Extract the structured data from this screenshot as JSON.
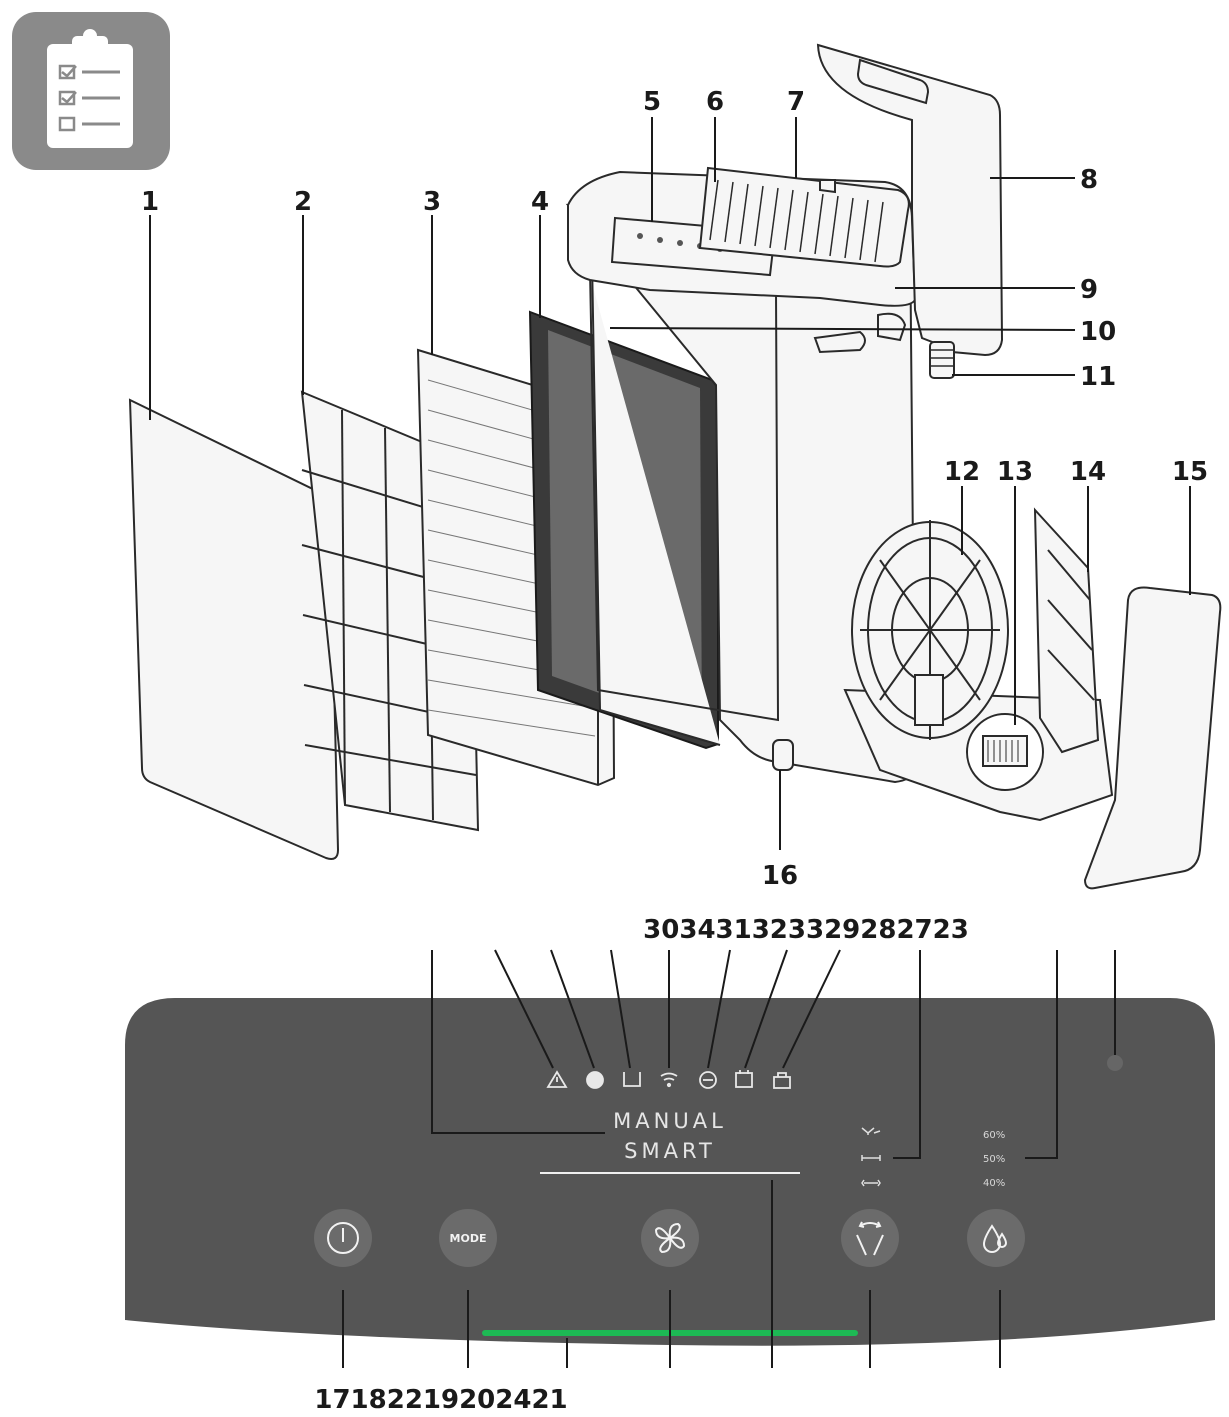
{
  "callouts_top": [
    "1",
    "2",
    "3",
    "4",
    "5",
    "6",
    "7",
    "8",
    "9",
    "10",
    "11",
    "12",
    "13",
    "14",
    "15",
    "16"
  ],
  "callouts_panel_top": "303431323329282723",
  "callouts_panel_bottom": "17182219202421",
  "panel": {
    "mode_line1": "MANUAL",
    "mode_line2": "SMART",
    "humidity_levels": [
      "60%",
      "50%",
      "40%"
    ],
    "mode_button_label": "MODE"
  },
  "colors": {
    "panel": "#555555",
    "accent_bar": "#1db954",
    "badge": "#8a8a8a"
  },
  "icons": {
    "badge": "checklist-clipboard-icon",
    "panel_indicators": [
      "warning-icon",
      "filter-icon",
      "tank-icon",
      "wifi-icon",
      "minus-circle-icon",
      "timer-icon",
      "child-lock-icon"
    ],
    "buttons": [
      "power-icon",
      "mode-button",
      "fan-icon",
      "swing-icon",
      "humidity-drop-icon"
    ]
  }
}
